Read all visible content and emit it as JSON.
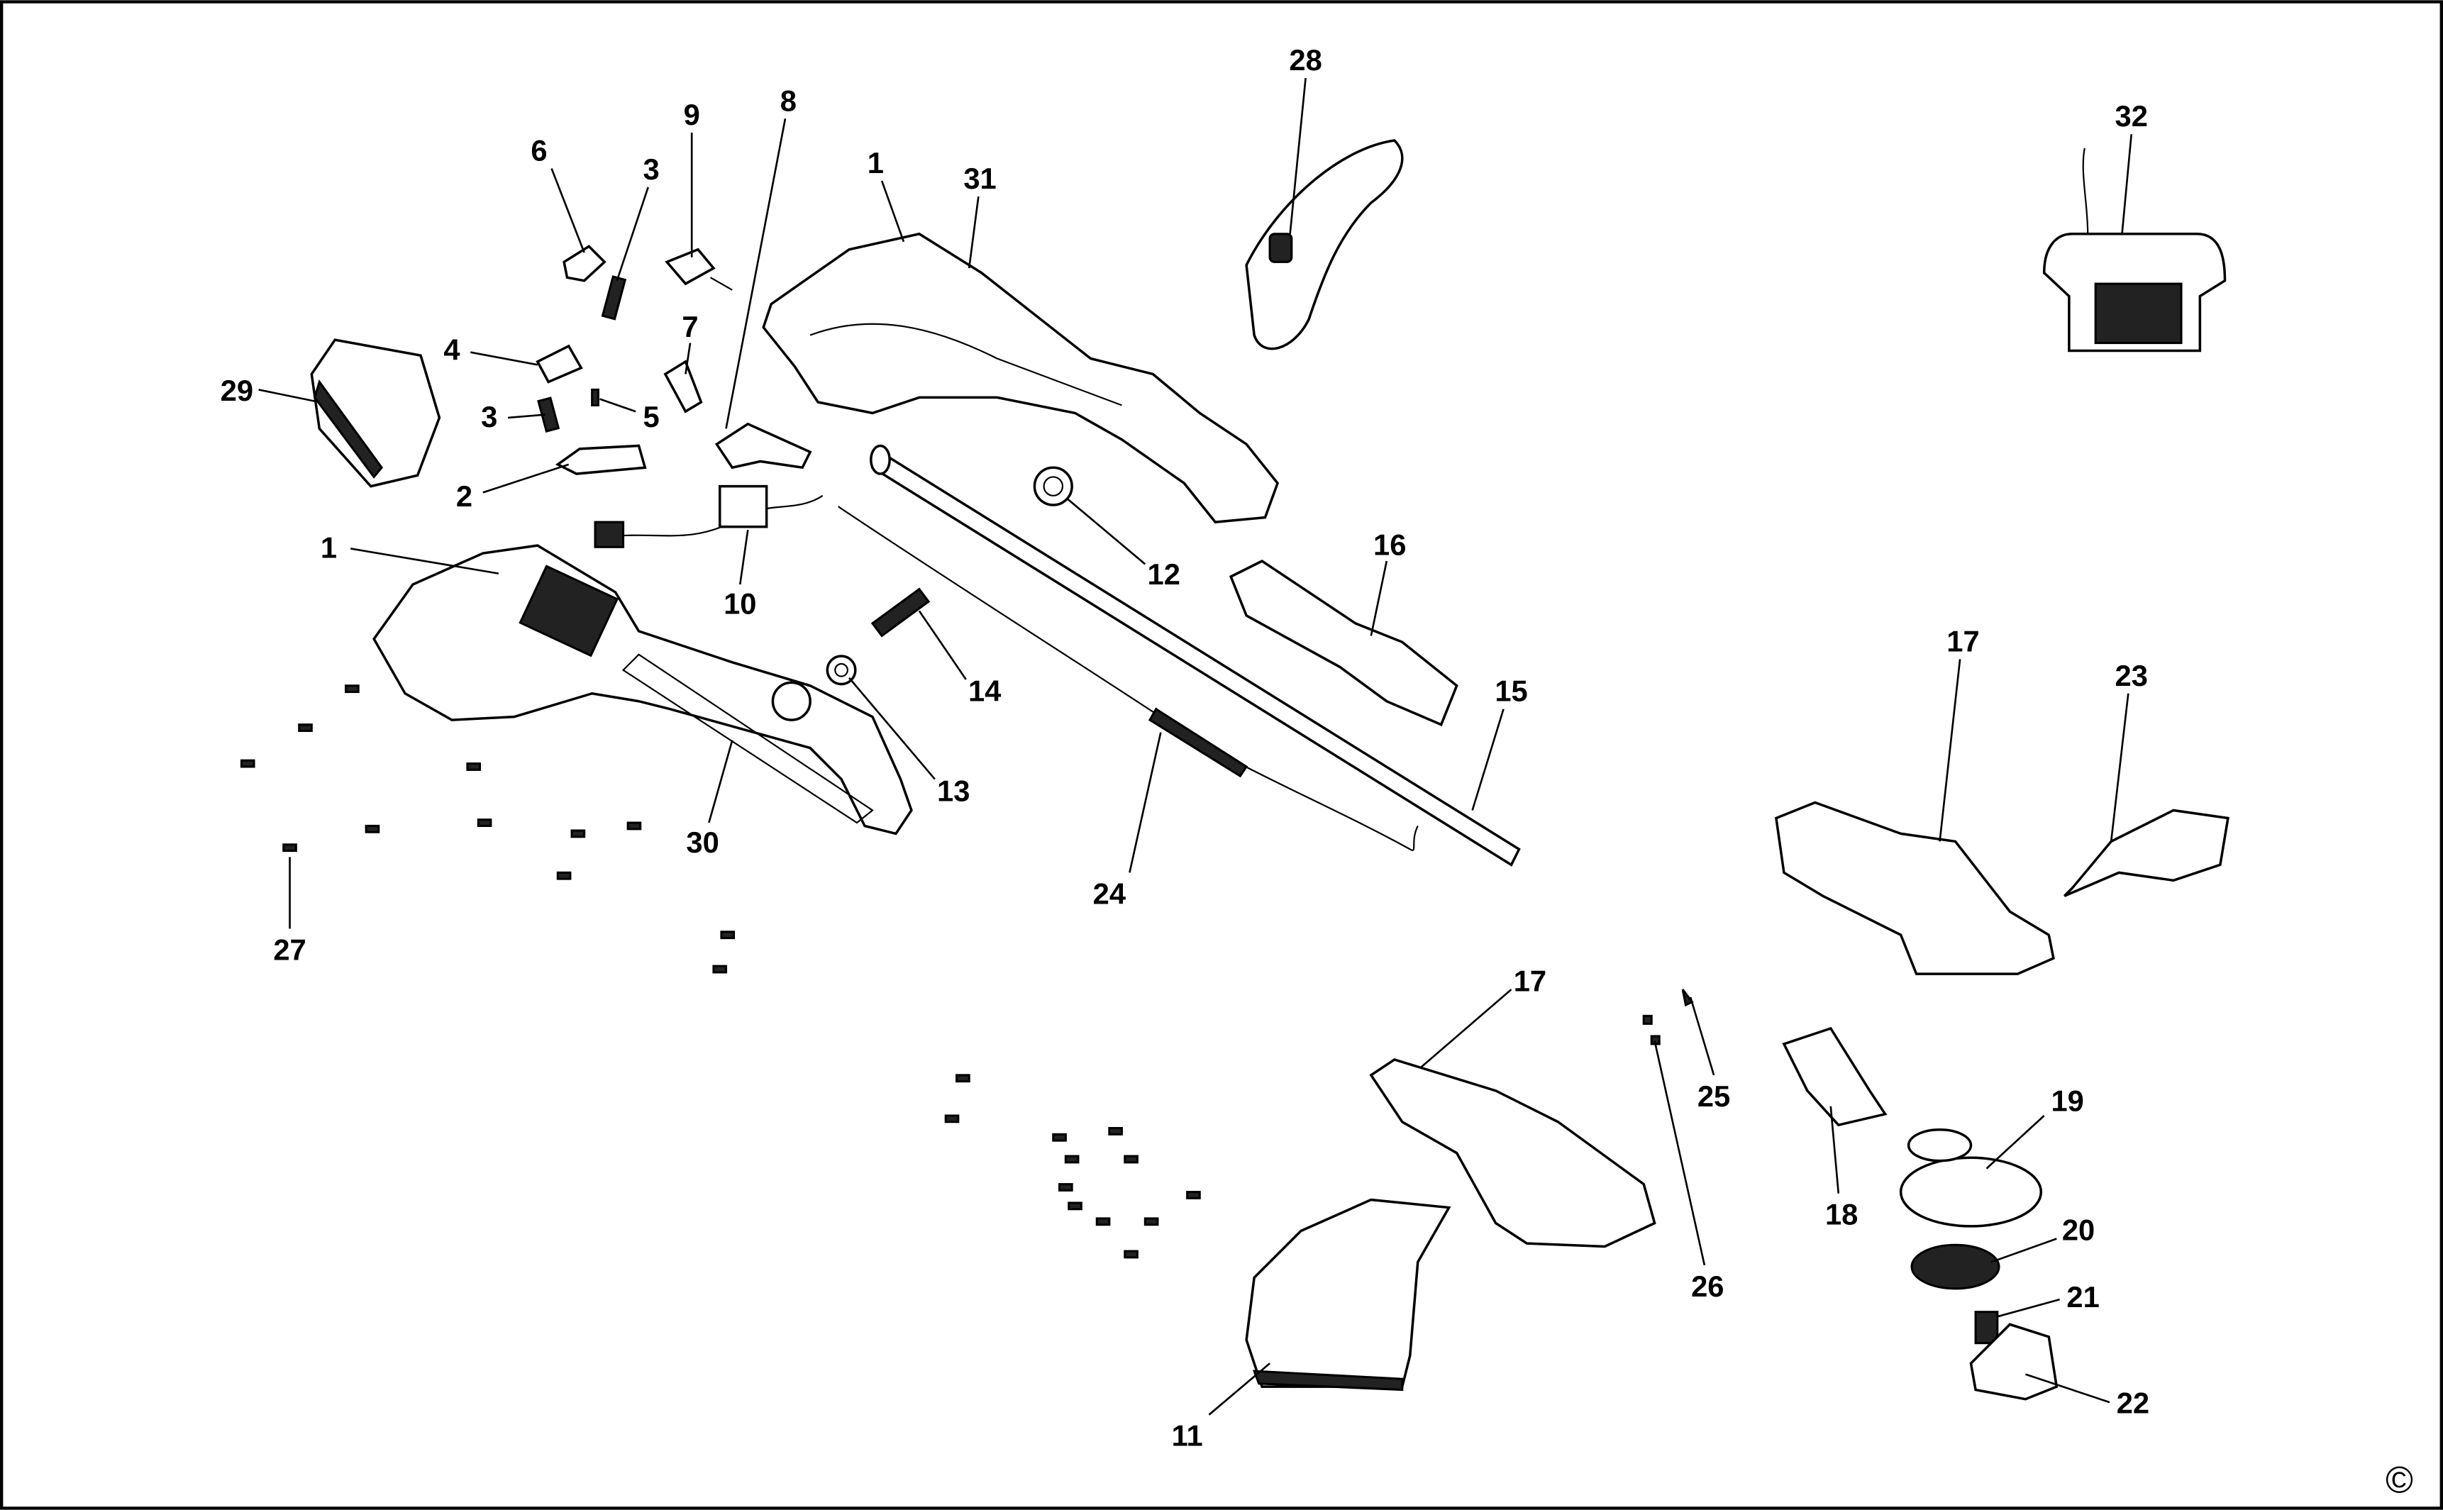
{
  "diagram": {
    "type": "exploded-parts-diagram",
    "labels": [
      "28",
      "32",
      "9",
      "8",
      "6",
      "3",
      "1",
      "31",
      "7",
      "4",
      "29",
      "3",
      "5",
      "2",
      "1",
      "10",
      "12",
      "16",
      "14",
      "15",
      "13",
      "30",
      "24",
      "27",
      "17",
      "23",
      "17",
      "25",
      "19",
      "18",
      "20",
      "26",
      "21",
      "22",
      "11"
    ],
    "copyright_symbol": "©"
  }
}
